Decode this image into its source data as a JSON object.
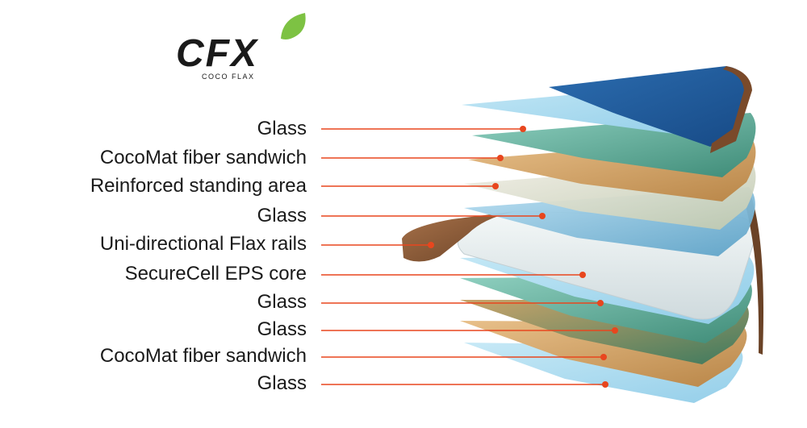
{
  "logo": {
    "mark": "CFX",
    "subtitle": "COCO FLAX",
    "accent_color": "#7dc243",
    "icon": "leaf-icon"
  },
  "layers": [
    {
      "label": "Glass"
    },
    {
      "label": "CocoMat fiber sandwich"
    },
    {
      "label": "Reinforced standing area"
    },
    {
      "label": "Glass"
    },
    {
      "label": "Uni-directional Flax rails"
    },
    {
      "label": "SecureCell EPS core"
    },
    {
      "label": "Glass"
    },
    {
      "label": "Glass"
    },
    {
      "label": "CocoMat fiber sandwich"
    },
    {
      "label": "Glass"
    }
  ],
  "colors": {
    "leader_line": "#e8461e",
    "deck_blue": "#1e5a9c",
    "glass_blue": "#a8d8ee",
    "glass_green": "#6fb3a0",
    "cork": "#d4a56a",
    "flax_wood": "#8a5a36",
    "eps_core": "#e8eef0"
  }
}
